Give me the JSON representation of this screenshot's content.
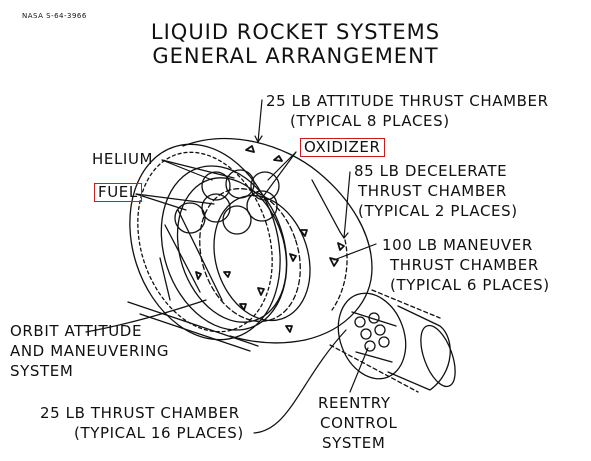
{
  "header": {
    "code": "NASA S-64-3966",
    "title_line1": "LIQUID ROCKET SYSTEMS",
    "title_line2": "GENERAL ARRANGEMENT"
  },
  "labels": {
    "attitude_line1": "25 LB ATTITUDE THRUST CHAMBER",
    "attitude_line2": "(TYPICAL 8 PLACES)",
    "helium": "HELIUM",
    "oxidizer": "OXIDIZER",
    "fuel": "FUEL",
    "decel_line1": "85 LB DECELERATE",
    "decel_line2": "THRUST CHAMBER",
    "decel_line3": "(TYPICAL 2 PLACES)",
    "maneuver_line1": "100 LB MANEUVER",
    "maneuver_line2": "THRUST CHAMBER",
    "maneuver_line3": "(TYPICAL 6 PLACES)",
    "oams_line1": "ORBIT ATTITUDE",
    "oams_line2": "AND MANEUVERING",
    "oams_line3": "SYSTEM",
    "thrust16_line1": "25 LB THRUST CHAMBER",
    "thrust16_line2": "(TYPICAL 16 PLACES)",
    "reentry_line1": "REENTRY",
    "reentry_line2": "CONTROL",
    "reentry_line3": "SYSTEM"
  },
  "colors": {
    "ink": "#111111",
    "highlight_box": "#c81e1e"
  }
}
